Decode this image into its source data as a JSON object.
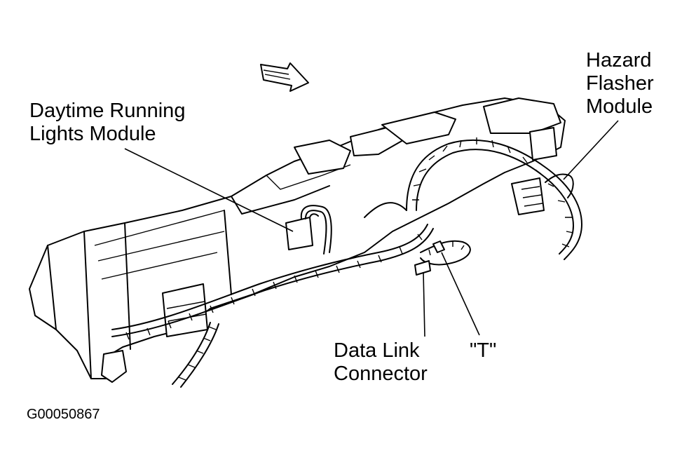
{
  "labels": {
    "drl_module": [
      "Daytime Running",
      "Lights Module"
    ],
    "hazard_flasher": [
      "Hazard",
      "Flasher",
      "Module"
    ],
    "data_link": [
      "Data Link",
      "Connector"
    ],
    "t_terminal": "\"T\""
  },
  "figure_id": "G00050867"
}
